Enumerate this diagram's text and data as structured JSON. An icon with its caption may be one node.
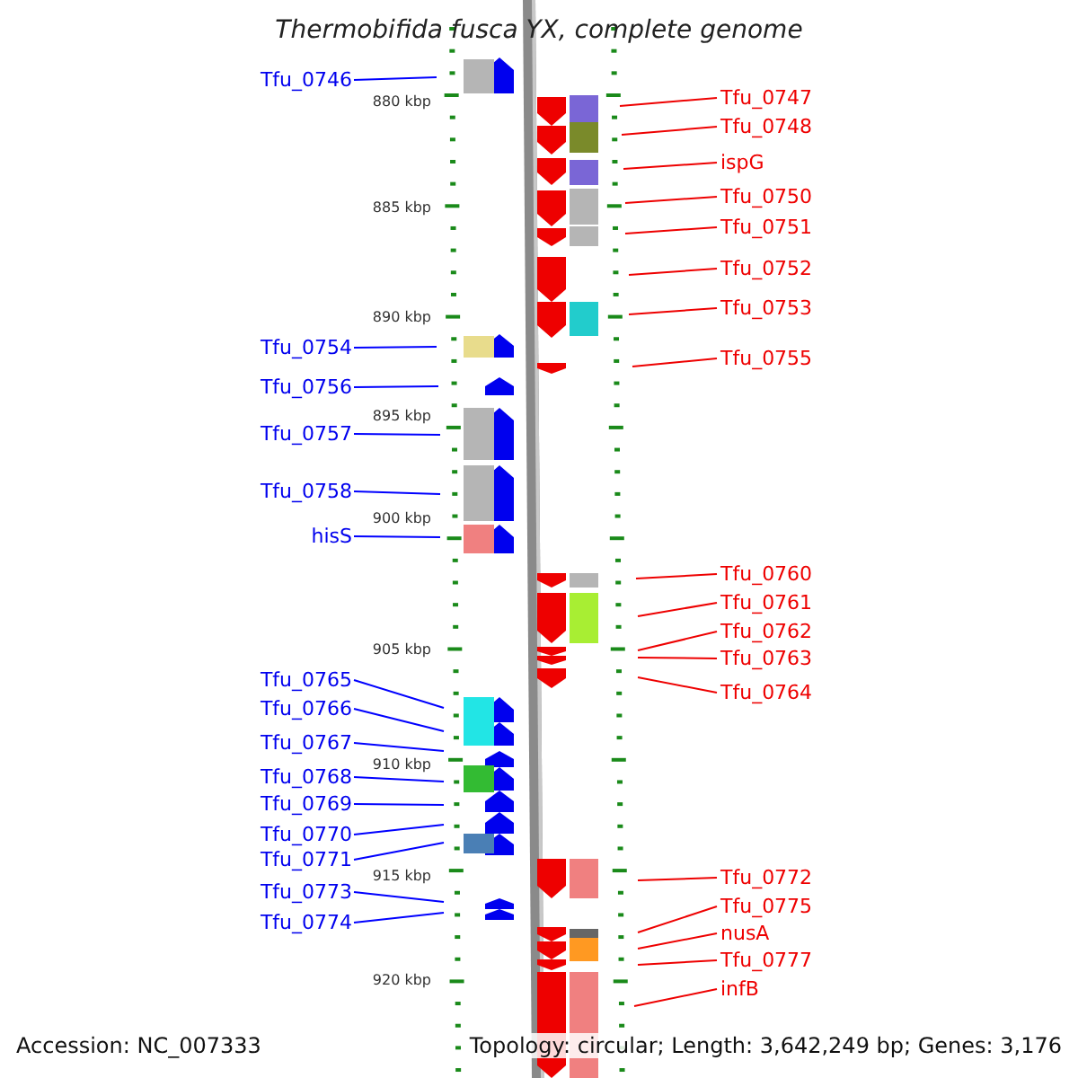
{
  "diagram": {
    "title": "Thermobifida fusca YX, complete genome",
    "nodes": [
      {
        "text": [
          "Tfu_0746"
        ]
      },
      {
        "text": [
          "Tfu_0747"
        ]
      },
      {
        "text": [
          "Tfu_0748"
        ]
      },
      {
        "text": [
          "ispG"
        ]
      },
      {
        "text": [
          "Tfu_0750"
        ]
      },
      {
        "text": [
          "Tfu_0751"
        ]
      },
      {
        "text": [
          "Tfu_0752"
        ]
      },
      {
        "text": [
          "Tfu_0753"
        ]
      },
      {
        "text": [
          "Tfu_0754"
        ]
      },
      {
        "text": [
          "Tfu_0755"
        ]
      },
      {
        "text": [
          "Tfu_0756"
        ]
      },
      {
        "text": [
          "Tfu_0757"
        ]
      },
      {
        "text": [
          "Tfu_0758"
        ]
      },
      {
        "text": [
          "hisS"
        ]
      },
      {
        "text": [
          "Tfu_0760"
        ]
      },
      {
        "text": [
          "Tfu_0761"
        ]
      },
      {
        "text": [
          "Tfu_0762"
        ]
      },
      {
        "text": [
          "Tfu_0763"
        ]
      },
      {
        "text": [
          "Tfu_0765"
        ]
      },
      {
        "text": [
          "Tfu_0764"
        ]
      },
      {
        "text": [
          "Tfu_0766"
        ]
      },
      {
        "text": [
          "Tfu_0767"
        ]
      },
      {
        "text": [
          "Tfu_0768"
        ]
      },
      {
        "text": [
          "Tfu_0769"
        ]
      },
      {
        "text": [
          "Tfu_0770"
        ]
      },
      {
        "text": [
          "Tfu_0771"
        ]
      },
      {
        "text": [
          "Tfu_0772"
        ]
      },
      {
        "text": [
          "Tfu_0773"
        ]
      },
      {
        "text": [
          "Tfu_0775"
        ]
      },
      {
        "text": [
          "Tfu_0774"
        ]
      },
      {
        "text": [
          "nusA"
        ]
      },
      {
        "text": [
          "Tfu_0777"
        ]
      },
      {
        "text": [
          "infB"
        ]
      }
    ],
    "edges": [
      {
        "from": 0,
        "to": null,
        "arrow": "none",
        "color": "#0000ff"
      },
      {
        "from": 1,
        "to": null,
        "arrow": "none"
      },
      {
        "from": 2,
        "to": null,
        "arrow": "none"
      },
      {
        "from": 3,
        "to": null,
        "arrow": "none"
      },
      {
        "from": 4,
        "to": null,
        "arrow": "none"
      },
      {
        "from": 5,
        "to": null,
        "arrow": "none"
      },
      {
        "from": 6,
        "to": null,
        "arrow": "none"
      },
      {
        "from": 7,
        "to": null,
        "arrow": "none"
      },
      {
        "from": 8,
        "to": null,
        "arrow": "none",
        "color": "#0000ff"
      },
      {
        "from": 9,
        "to": null,
        "arrow": "none"
      },
      {
        "from": 10,
        "to": null,
        "arrow": "none",
        "color": "#0000ff"
      },
      {
        "from": 11,
        "to": null,
        "arrow": "none",
        "color": "#0000ff"
      },
      {
        "from": 12,
        "to": null,
        "arrow": "none",
        "color": "#0000ff"
      },
      {
        "from": 13,
        "to": null,
        "arrow": "none",
        "color": "#0000ff"
      },
      {
        "from": 14,
        "to": null,
        "arrow": "none"
      },
      {
        "from": 15,
        "to": null,
        "arrow": "none"
      },
      {
        "from": 16,
        "to": null,
        "arrow": "none"
      },
      {
        "from": 17,
        "to": null,
        "arrow": "none"
      },
      {
        "from": 18,
        "to": null,
        "arrow": "none",
        "color": "#0000ff"
      },
      {
        "from": 19,
        "to": null,
        "arrow": "none"
      },
      {
        "from": 20,
        "to": null,
        "arrow": "none",
        "color": "#0000ff"
      },
      {
        "from": 21,
        "to": null,
        "arrow": "none",
        "color": "#0000ff"
      },
      {
        "from": 22,
        "to": null,
        "arrow": "none",
        "color": "#0000ff"
      },
      {
        "from": 23,
        "to": null,
        "arrow": "none",
        "color": "#0000ff"
      },
      {
        "from": 24,
        "to": null,
        "arrow": "none",
        "color": "#0000ff"
      },
      {
        "from": 25,
        "to": null,
        "arrow": "none",
        "color": "#0000ff"
      },
      {
        "from": 26,
        "to": null,
        "arrow": "none"
      },
      {
        "from": 27,
        "to": null,
        "arrow": "none",
        "color": "#0000ff"
      },
      {
        "from": 28,
        "to": null,
        "arrow": "none"
      },
      {
        "from": 29,
        "to": null,
        "arrow": "none",
        "color": "#0000ff"
      },
      {
        "from": 30,
        "to": null,
        "arrow": "none"
      },
      {
        "from": 31,
        "to": null,
        "arrow": "none"
      },
      {
        "from": 32,
        "to": null,
        "arrow": "none"
      }
    ],
    "labels": [
      "880 kbp",
      "885 kbp",
      "890 kbp",
      "895 kbp",
      "900 kbp",
      "905 kbp",
      "910 kbp",
      "915 kbp",
      "920 kbp",
      "Accession: NC_007333",
      "Topology: circular; Length: 3,642,249 bp; Genes: 3,176"
    ]
  }
}
